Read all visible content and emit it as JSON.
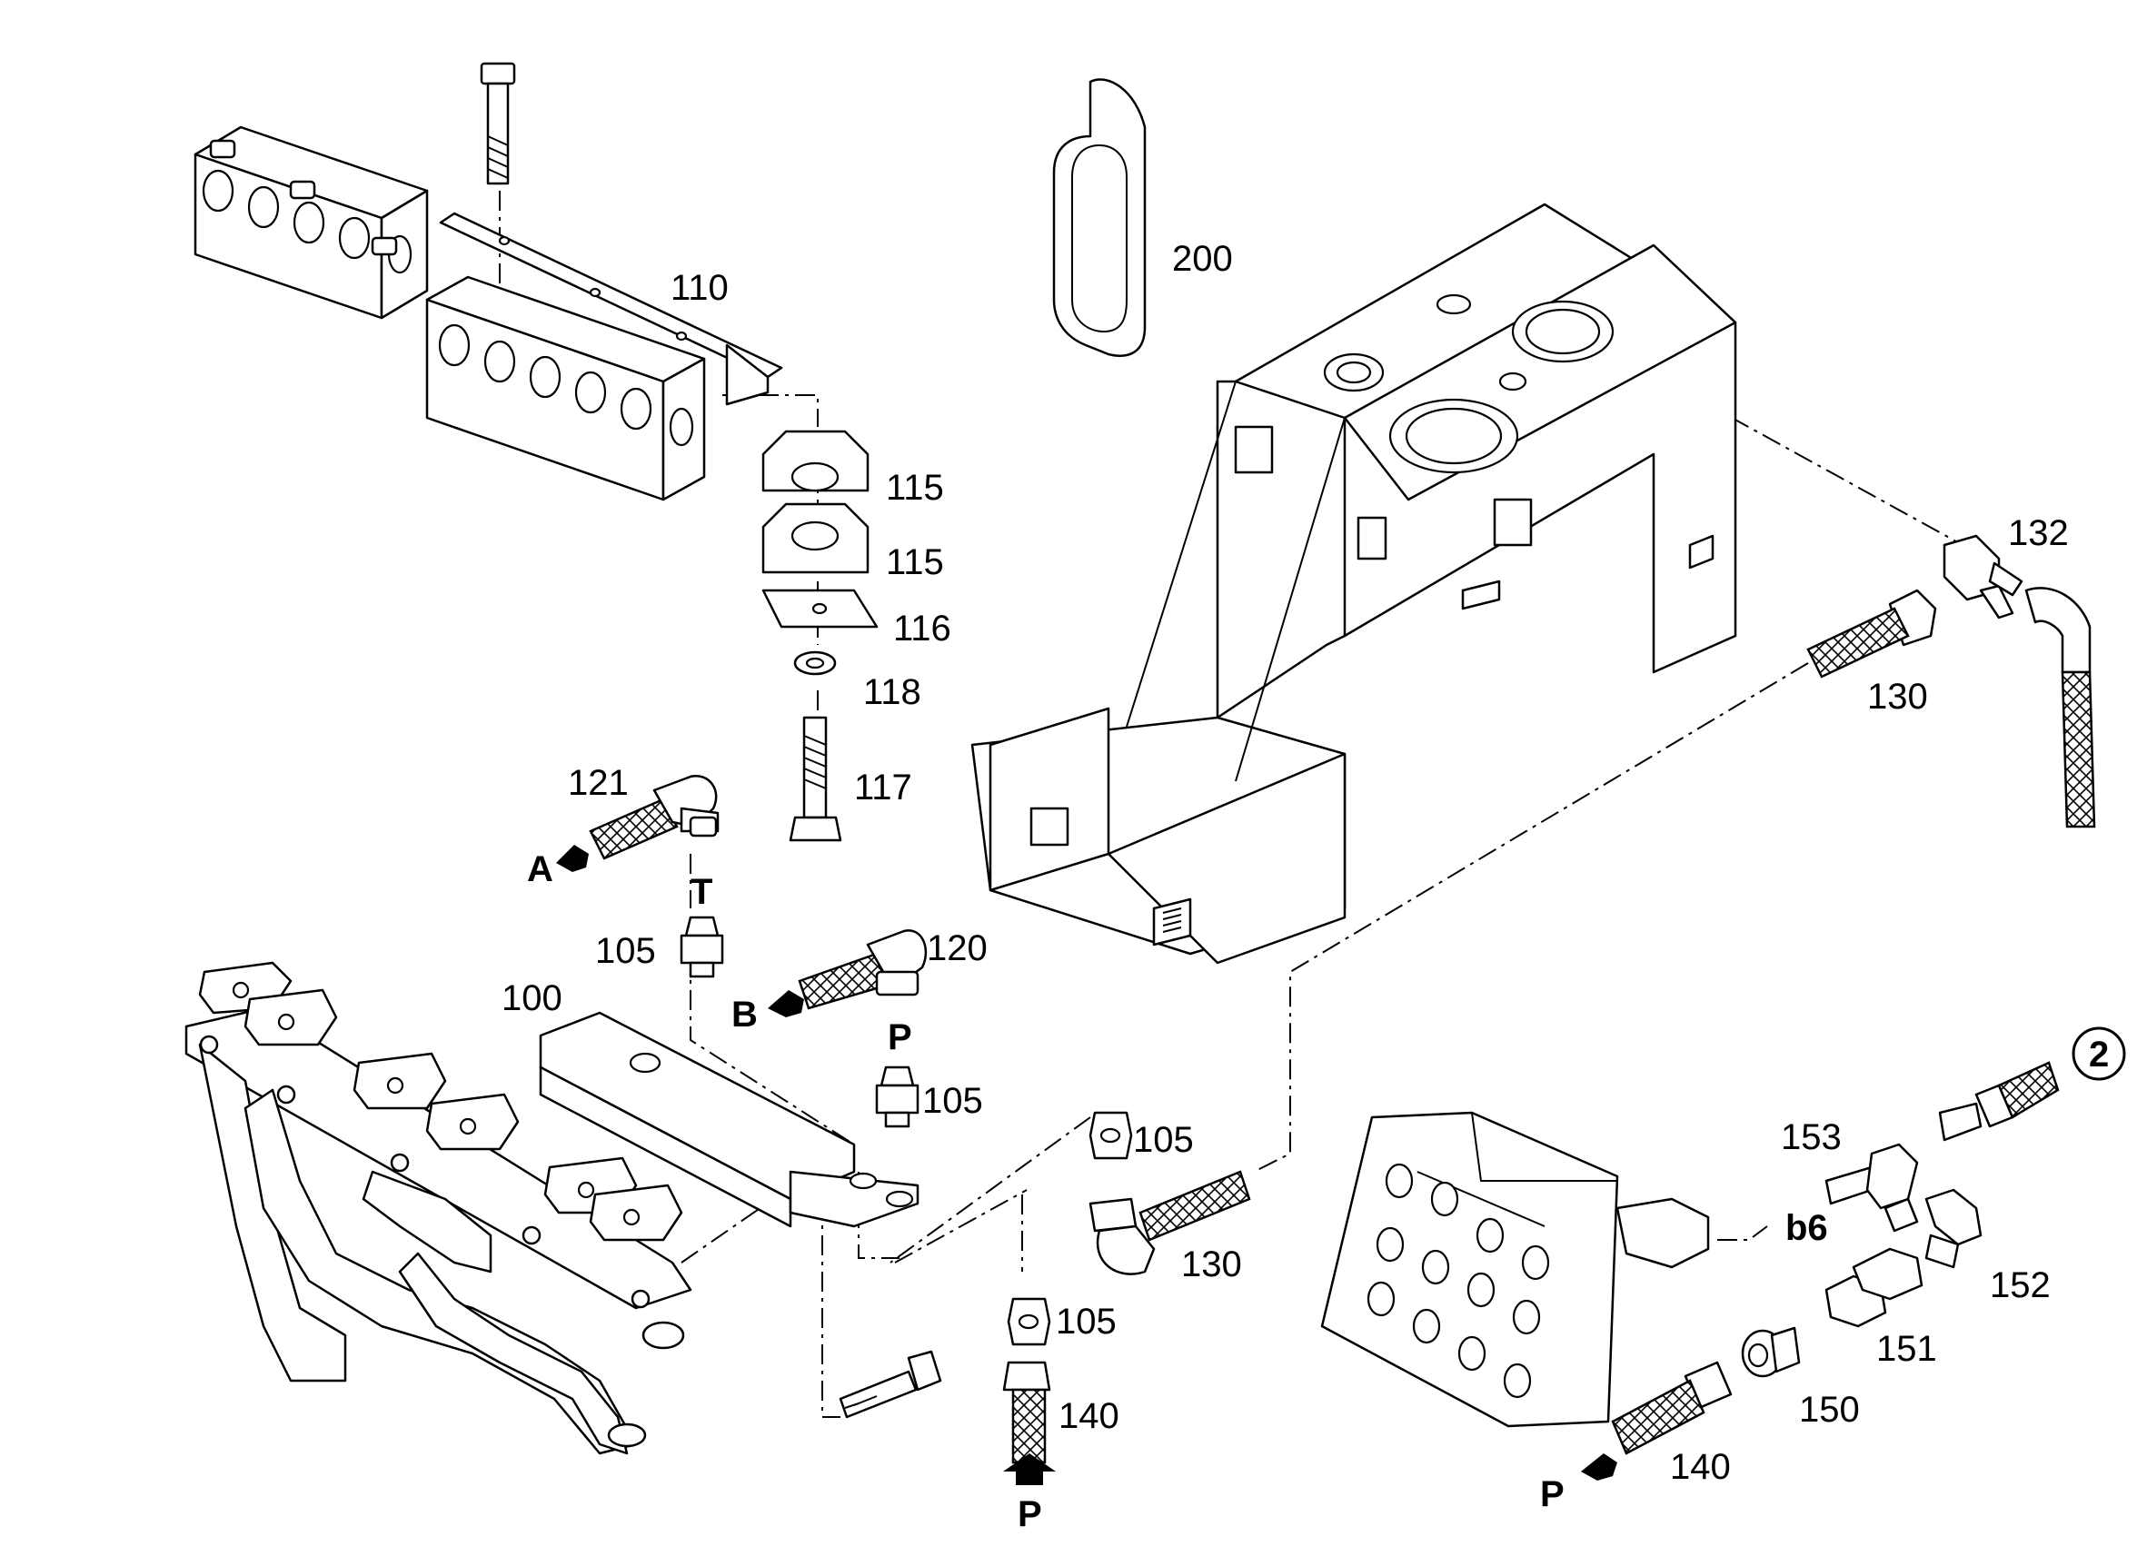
{
  "labels": {
    "l100": "100",
    "l105a": "105",
    "l105b": "105",
    "l105c": "105",
    "l105d": "105",
    "l110": "110",
    "l115a": "115",
    "l115b": "115",
    "l116": "116",
    "l117": "117",
    "l118": "118",
    "l120": "120",
    "l121": "121",
    "l130a": "130",
    "l130b": "130",
    "l132": "132",
    "l140a": "140",
    "l140b": "140",
    "l150": "150",
    "l151": "151",
    "l152": "152",
    "l153": "153",
    "l200": "200"
  },
  "port_letters": {
    "A": "A",
    "B": "B",
    "T": "T",
    "P1": "P",
    "P2": "P",
    "P3": "P",
    "b6": "b6"
  },
  "callouts": {
    "ref2": "2"
  }
}
